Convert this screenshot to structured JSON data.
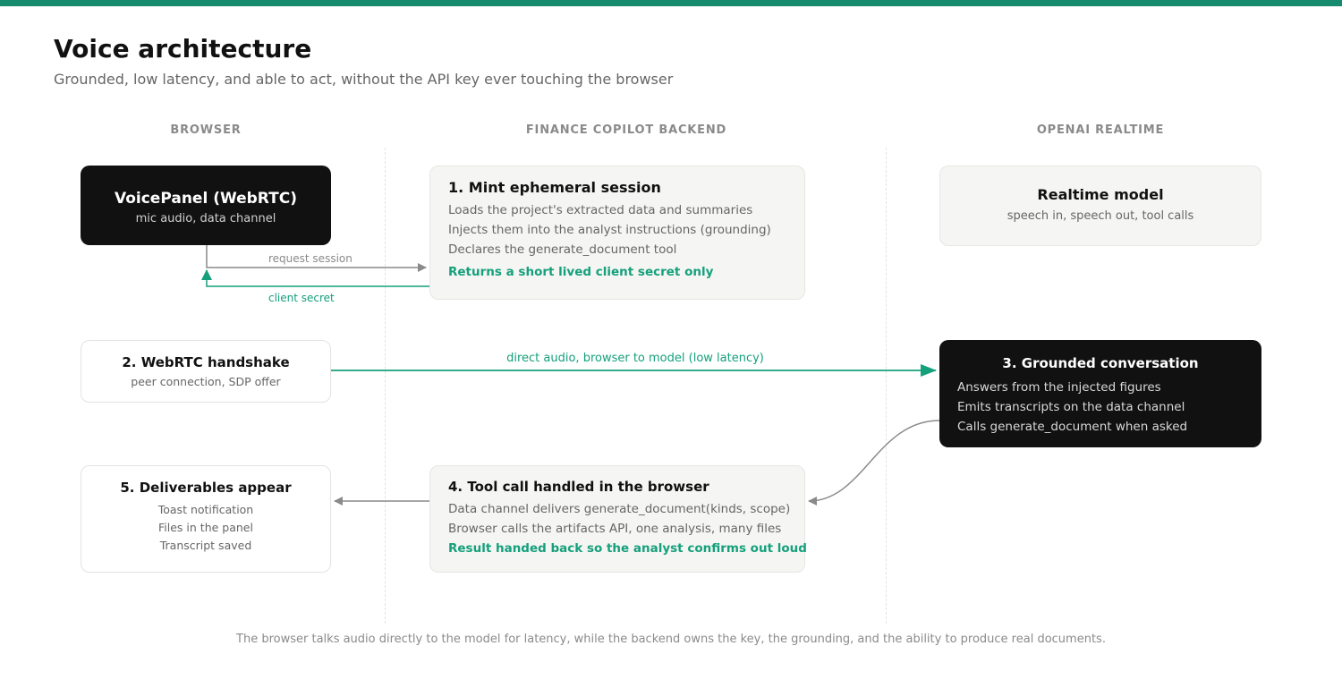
{
  "header": {
    "title": "Voice architecture",
    "subtitle": "Grounded, low latency, and able to act, without the API key ever touching the browser"
  },
  "columns": {
    "browser": "BROWSER",
    "backend": "FINANCE COPILOT BACKEND",
    "openai": "OPENAI REALTIME"
  },
  "nodes": {
    "voice_panel": {
      "title": "VoicePanel (WebRTC)",
      "subtitle": "mic audio, data channel"
    },
    "mint": {
      "title": "1. Mint ephemeral session",
      "lines": [
        "Loads the project's extracted data and summaries",
        "Injects them into the analyst instructions (grounding)",
        "Declares the generate_document tool"
      ],
      "highlight": "Returns a short lived client secret only"
    },
    "realtime": {
      "title": "Realtime model",
      "subtitle": "speech in, speech out, tool calls"
    },
    "handshake": {
      "title": "2. WebRTC handshake",
      "subtitle": "peer connection, SDP offer"
    },
    "conversation": {
      "title": "3. Grounded conversation",
      "lines": [
        "Answers from the injected figures",
        "Emits transcripts on the data channel",
        "Calls generate_document when asked"
      ]
    },
    "tool_call": {
      "title": "4. Tool call handled in the browser",
      "lines": [
        "Data channel delivers generate_document(kinds, scope)",
        "Browser calls the artifacts API, one analysis, many files"
      ],
      "highlight": "Result handed back so the analyst confirms out loud"
    },
    "deliverables": {
      "title": "5. Deliverables appear",
      "lines": [
        "Toast notification",
        "Files in the panel",
        "Transcript saved"
      ]
    }
  },
  "edges": {
    "request_session": "request session",
    "client_secret": "client secret",
    "direct_audio": "direct audio, browser to model (low latency)"
  },
  "footnote": "The browser talks audio directly to the model for latency, while the backend owns the key, the grounding, and the ability to produce real documents.",
  "colors": {
    "accent": "#15a07c",
    "topbar": "#158a6c",
    "dark": "#111111",
    "muted": "#8a8a8a"
  }
}
